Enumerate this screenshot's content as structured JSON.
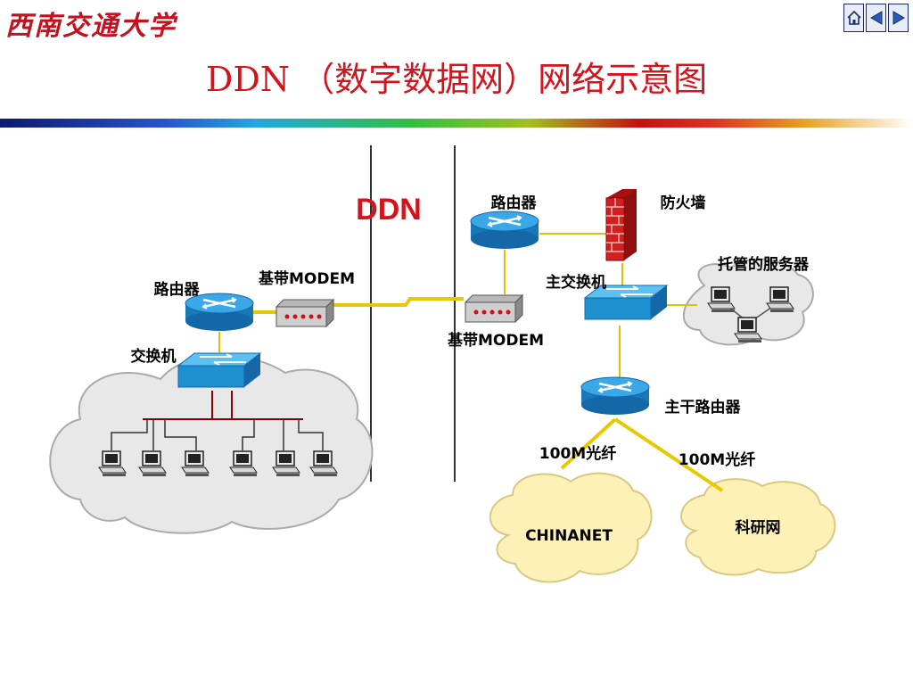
{
  "header": {
    "logo_text": "西南交通大学",
    "title": "DDN （数字数据网）网络示意图"
  },
  "nav": {
    "home_icon": "home-icon",
    "prev_icon": "triangle-left-icon",
    "next_icon": "triangle-right-icon"
  },
  "diagram": {
    "ddn_label": "DDN",
    "left": {
      "router_label": "路由器",
      "modem_label": "基带MODEM",
      "switch_label": "交换机"
    },
    "right": {
      "router_label": "路由器",
      "firewall_label": "防火墙",
      "hosted_servers_label": "托管的服务器",
      "main_switch_label": "主交换机",
      "modem_label": "基带MODEM",
      "backbone_router_label": "主干路由器",
      "fiber_left_label": "100M光纤",
      "fiber_right_label": "100M光纤",
      "chinanet_label": "CHINANET",
      "research_net_label": "科研网"
    }
  },
  "colors": {
    "title": "#d4141c",
    "ddn": "#d4141c",
    "device_blue": "#1e90d0",
    "link_yellow": "#e8c800",
    "cloud_gray": "#eaeaea",
    "cloud_yellow": "#fdf1b8",
    "firewall_red": "#c81818"
  }
}
